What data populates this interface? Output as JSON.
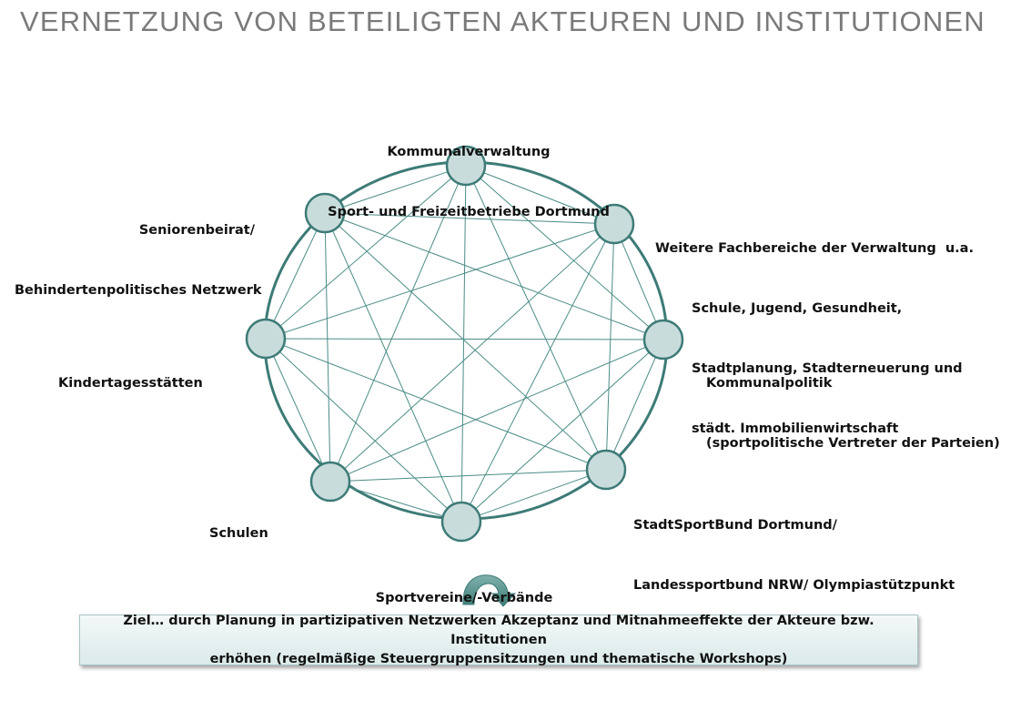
{
  "title": "VERNETZUNG VON BETEILIGTEN AKTEUREN UND INSTITUTIONEN",
  "colors": {
    "title": "#7a7a7a",
    "ring": "#3d7b77",
    "node_fill": "#c9dcdc",
    "node_stroke": "#3d7b77",
    "edge": "#4a8c87",
    "arrow": "#4f8c87"
  },
  "nodes": [
    {
      "id": "kommunalverwaltung",
      "lines": [
        "Kommunalverwaltung",
        "Sport- und Freizeitbetriebe Dortmund"
      ]
    },
    {
      "id": "fachbereiche",
      "lines": [
        "Weitere Fachbereiche der Verwaltung  u.a.",
        "Schule, Jugend, Gesundheit,",
        "Stadtplanung, Stadterneuerung und",
        "städt. Immobilienwirtschaft"
      ]
    },
    {
      "id": "kommunalpolitik",
      "lines": [
        "Kommunalpolitik",
        "(sportpolitische Vertreter der Parteien)"
      ]
    },
    {
      "id": "stadtsportbund",
      "lines": [
        "StadtSportBund Dortmund/",
        "Landessportbund NRW/ Olympiastützpunkt"
      ]
    },
    {
      "id": "sportvereine",
      "lines": [
        "Sportvereine/-Verbände"
      ]
    },
    {
      "id": "schulen",
      "lines": [
        "Schulen"
      ]
    },
    {
      "id": "kindertagesstaetten",
      "lines": [
        "Kindertagesstätten"
      ]
    },
    {
      "id": "seniorenbeirat",
      "lines": [
        "Seniorenbeirat/",
        "Behindertenpolitisches Netzwerk"
      ]
    }
  ],
  "goal": {
    "lines": [
      "Ziel… durch Planung in partizipativen Netzwerken Akzeptanz und Mitnahmeeffekte der Akteure bzw. Institutionen",
      "erhöhen (regelmäßige Steuergruppensitzungen und thematische Workshops)"
    ]
  }
}
